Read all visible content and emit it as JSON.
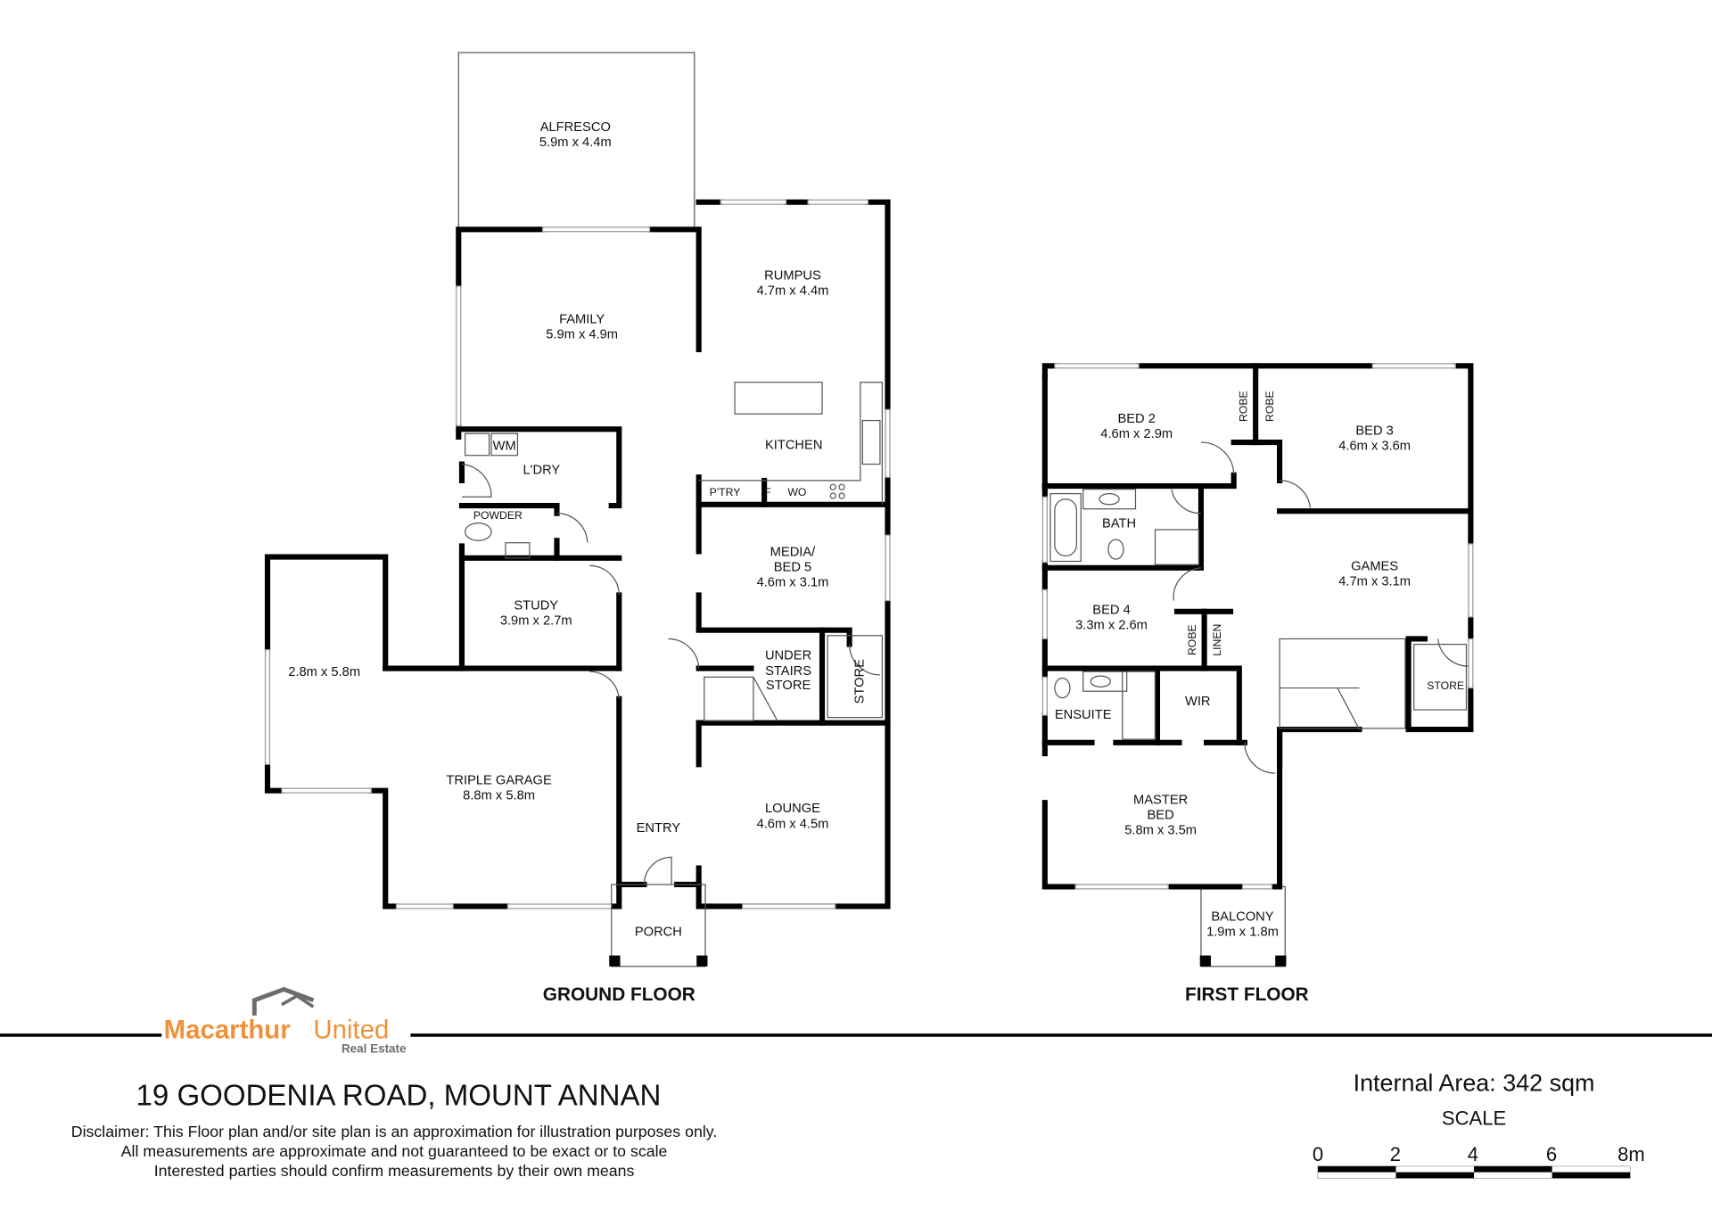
{
  "brand": {
    "name_part1": "Macarthur",
    "name_part2": "United",
    "sub": "Real Estate",
    "orange": "#F0913A",
    "gray": "#6d6d6d"
  },
  "ground_floor": {
    "title": "GROUND FLOOR",
    "rooms": {
      "alfresco": {
        "name": "ALFRESCO",
        "size": "5.9m x 4.4m"
      },
      "rumpus": {
        "name": "RUMPUS",
        "size": "4.7m x 4.4m"
      },
      "family": {
        "name": "FAMILY",
        "size": "5.9m x 4.9m"
      },
      "kitchen": {
        "name": "KITCHEN"
      },
      "wm": "WM",
      "laundry": {
        "name": "L'DRY"
      },
      "pantry": "P'TRY",
      "fridge": "F",
      "wall_oven": "WO",
      "powder": {
        "name": "POWDER"
      },
      "media": {
        "name1": "MEDIA/",
        "name2": "BED 5",
        "size": "4.6m x 3.1m"
      },
      "study": {
        "name": "STUDY",
        "size": "3.9m x 2.7m"
      },
      "under_stairs": {
        "name1": "UNDER",
        "name2": "STAIRS",
        "name3": "STORE"
      },
      "store": {
        "name": "STORE"
      },
      "garage_ext": {
        "size": "2.8m x 5.8m"
      },
      "garage": {
        "name": "TRIPLE GARAGE",
        "size": "8.8m x 5.8m"
      },
      "entry": {
        "name": "ENTRY"
      },
      "lounge": {
        "name": "LOUNGE",
        "size": "4.6m x 4.5m"
      },
      "porch": {
        "name": "PORCH"
      }
    }
  },
  "first_floor": {
    "title": "FIRST FLOOR",
    "rooms": {
      "bed2": {
        "name": "BED 2",
        "size": "4.6m x 2.9m"
      },
      "robe1": "ROBE",
      "robe2": "ROBE",
      "bed3": {
        "name": "BED 3",
        "size": "4.6m x 3.6m"
      },
      "bath": {
        "name": "BATH"
      },
      "games": {
        "name": "GAMES",
        "size": "4.7m x 3.1m"
      },
      "bed4": {
        "name": "BED 4",
        "size": "3.3m x 2.6m"
      },
      "robe3": "ROBE",
      "linen": "LINEN",
      "store": {
        "name": "STORE"
      },
      "ensuite": {
        "name": "ENSUITE"
      },
      "wir": {
        "name": "WIR"
      },
      "master": {
        "name1": "MASTER",
        "name2": "BED",
        "size": "5.8m x 3.5m"
      },
      "balcony": {
        "name": "BALCONY",
        "size": "1.9m x 1.8m"
      }
    }
  },
  "footer": {
    "address": "19 GOODENIA ROAD, MOUNT ANNAN",
    "disclaimer": [
      "Disclaimer: This Floor plan and/or site plan is an approximation for illustration purposes only.",
      "All measurements are approximate and not guaranteed to be exact or to scale",
      "Interested parties should confirm measurements by their own means"
    ],
    "internal_area": "Internal Area: 342 sqm",
    "scale_title": "SCALE",
    "scale_ticks": [
      "0",
      "2",
      "4",
      "6",
      "8m"
    ]
  }
}
